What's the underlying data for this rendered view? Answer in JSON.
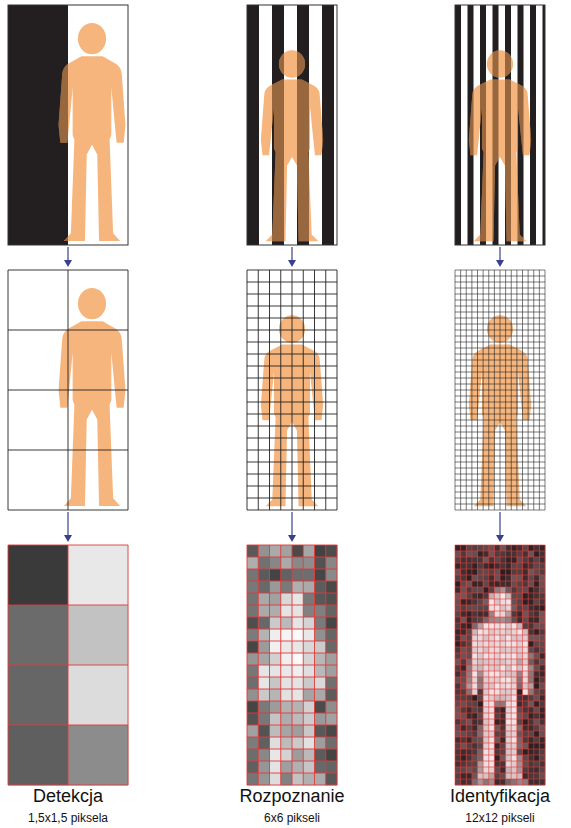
{
  "diagram": {
    "labels": [
      "Detekcja",
      "1,5x1,5 piksela",
      "Rozpoznanie",
      "6x6 pikseli",
      "Identyfikacja",
      "12x12 pikseli"
    ]
  }
}
